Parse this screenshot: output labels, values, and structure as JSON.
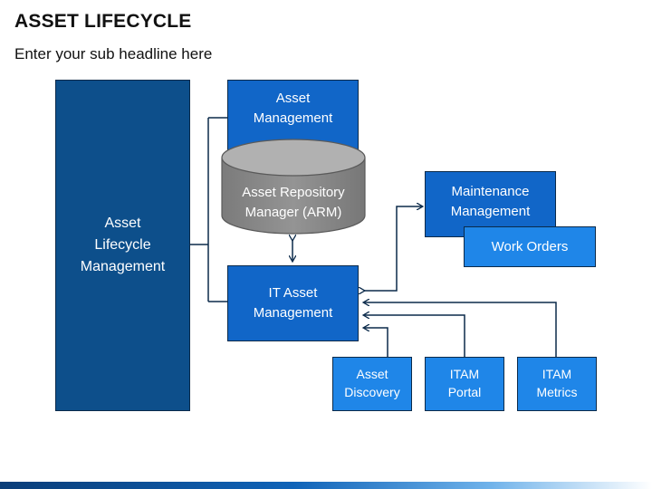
{
  "header": {
    "title": "ASSET LIFECYCLE",
    "subtitle": "Enter your sub headline here"
  },
  "diagram": {
    "lifecycle": "Asset\nLifecycle\nManagement",
    "asset_management": "Asset\nManagement",
    "arm": "Asset Repository\nManager (ARM)",
    "it_asset_management": "IT Asset\nManagement",
    "maintenance_management": "Maintenance\nManagement",
    "work_orders": "Work Orders",
    "asset_discovery": "Asset\nDiscovery",
    "itam_portal": "ITAM\nPortal",
    "itam_metrics": "ITAM\nMetrics"
  },
  "colors": {
    "dark_blue": "#0d4f8b",
    "mid_blue": "#1166c8",
    "light_blue": "#1f86e8",
    "cylinder_gray": "#8a8a8a",
    "connector": "#0b2a4a"
  }
}
